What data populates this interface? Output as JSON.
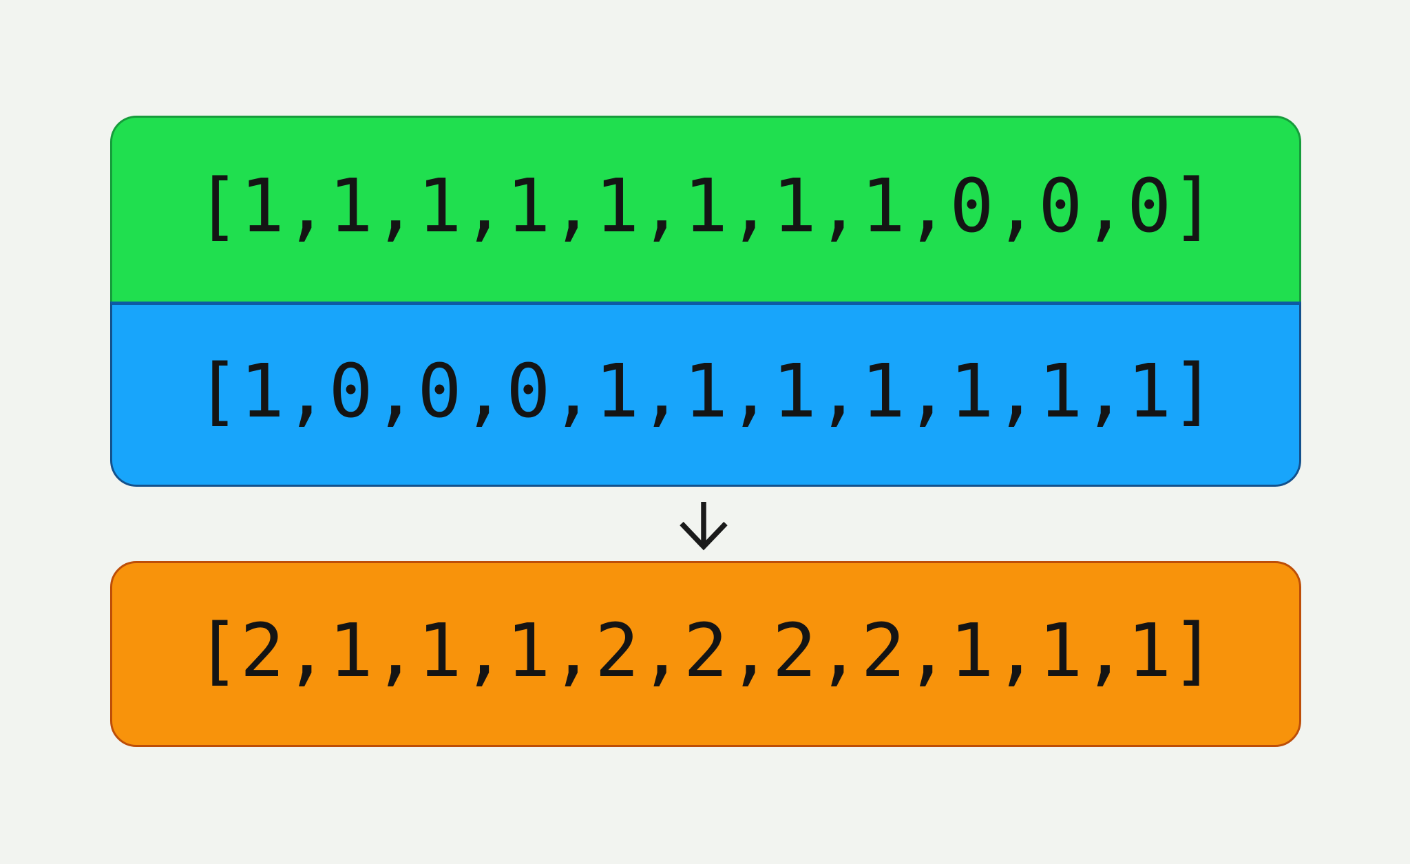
{
  "diagram": {
    "description": "element-wise sum of two binary arrays",
    "colors": {
      "background": "#f2f4f0",
      "green_fill": "#20df4f",
      "green_border": "#169c3b",
      "blue_fill": "#18a5fb",
      "blue_border": "#14518c",
      "blue_divider": "#0d5aa3",
      "orange_fill": "#f8930b",
      "orange_border": "#bd4e08",
      "text": "#141414",
      "arrow": "#1a1a1a"
    },
    "arrays": {
      "top": {
        "text": "[1,1,1,1,1,1,1,1,0,0,0]",
        "values": [
          1,
          1,
          1,
          1,
          1,
          1,
          1,
          1,
          0,
          0,
          0
        ]
      },
      "middle": {
        "text": "[1,0,0,0,1,1,1,1,1,1,1]",
        "values": [
          1,
          0,
          0,
          0,
          1,
          1,
          1,
          1,
          1,
          1,
          1
        ]
      },
      "result": {
        "text": "[2,1,1,1,2,2,2,2,1,1,1]",
        "values": [
          2,
          1,
          1,
          1,
          2,
          2,
          2,
          2,
          1,
          1,
          1
        ]
      }
    },
    "arrow_icon": "down-arrow"
  }
}
